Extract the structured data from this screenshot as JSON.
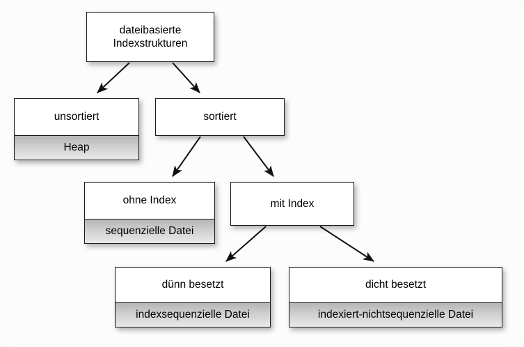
{
  "diagram": {
    "title": "dateibasierte Indexstrukturen",
    "background_color": "#f8f8f8",
    "node_fill_color": "#ffffff",
    "node_border_color": "#1a1a1a",
    "subrow_gradient_from": "#b6b6b6",
    "subrow_gradient_to": "#e9e9e9",
    "nodes": [
      {
        "id": "root",
        "label": "dateibasierte\nIndexstrukturen",
        "sublabel": null
      },
      {
        "id": "unsort",
        "label": "unsortiert",
        "sublabel": "Heap"
      },
      {
        "id": "sort",
        "label": "sortiert",
        "sublabel": null
      },
      {
        "id": "ohneidx",
        "label": "ohne Index",
        "sublabel": "sequenzielle Datei"
      },
      {
        "id": "mitidx",
        "label": "mit Index",
        "sublabel": null
      },
      {
        "id": "duenn",
        "label": "dünn besetzt",
        "sublabel": "indexsequenzielle Datei"
      },
      {
        "id": "dicht",
        "label": "dicht besetzt",
        "sublabel": "indexiert-nichtsequenzielle Datei"
      }
    ],
    "edges": [
      {
        "from": "root",
        "to": "unsort"
      },
      {
        "from": "root",
        "to": "sort"
      },
      {
        "from": "sort",
        "to": "ohneidx"
      },
      {
        "from": "sort",
        "to": "mitidx"
      },
      {
        "from": "mitidx",
        "to": "duenn"
      },
      {
        "from": "mitidx",
        "to": "dicht"
      }
    ]
  }
}
